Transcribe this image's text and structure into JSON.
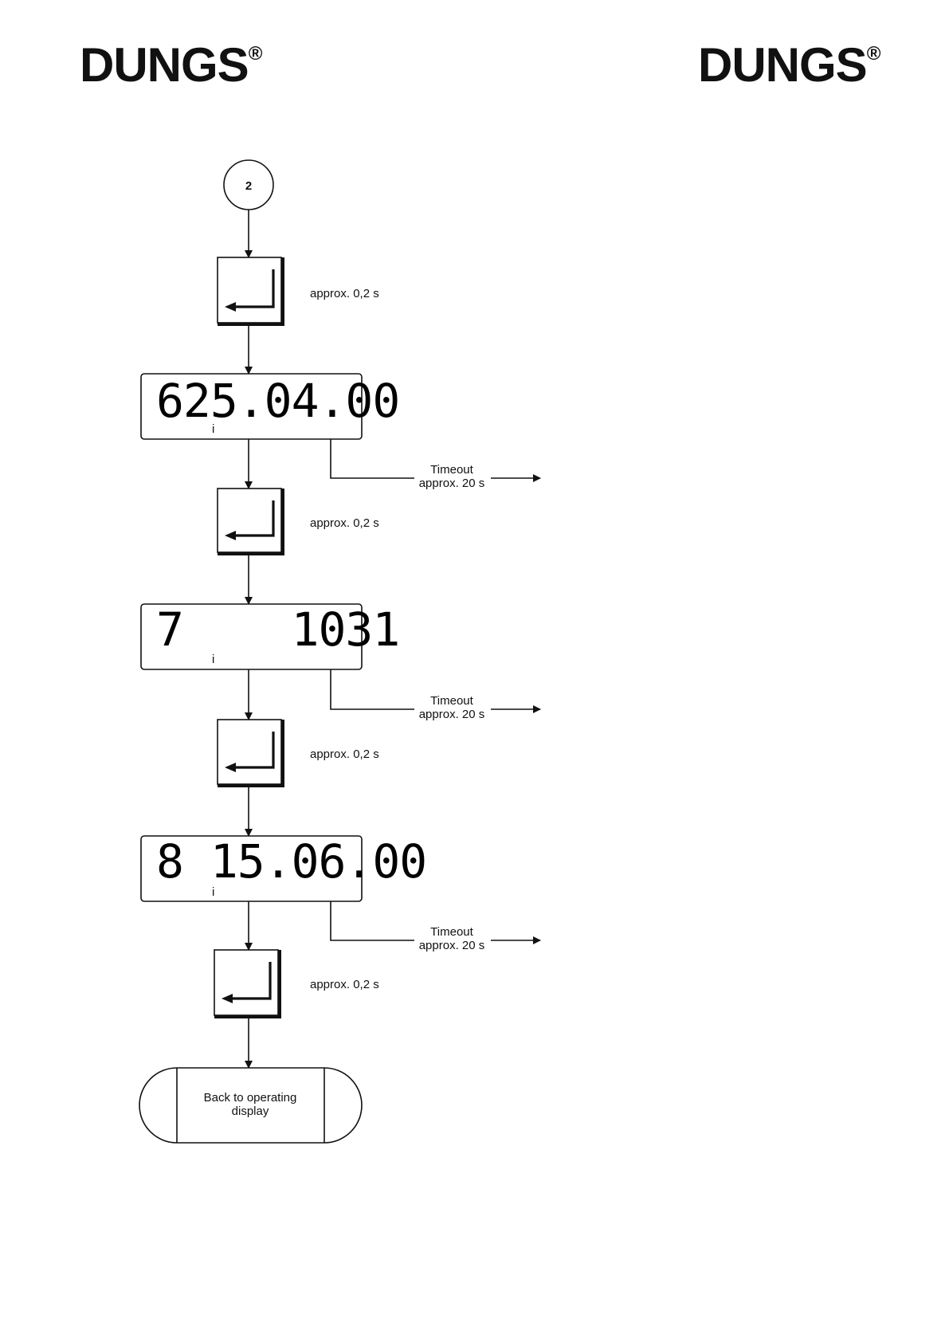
{
  "brand": {
    "name": "DUNGS",
    "mark": "®"
  },
  "connector": {
    "label": "2"
  },
  "steps": [
    {
      "key_label": "approx. 0,2 s"
    },
    {
      "display": "625.04.00",
      "indicator": "i",
      "timeout_line1": "Timeout",
      "timeout_line2": "approx. 20 s"
    },
    {
      "key_label": "approx. 0,2 s"
    },
    {
      "display": "7    1031",
      "indicator": "i",
      "timeout_line1": "Timeout",
      "timeout_line2": "approx. 20 s"
    },
    {
      "key_label": "approx. 0,2 s"
    },
    {
      "display": "8 15.06.00",
      "indicator": "i",
      "timeout_line1": "Timeout",
      "timeout_line2": "approx. 20 s"
    },
    {
      "key_label": "approx. 0,2 s"
    }
  ],
  "terminal": {
    "line1": "Back to operating",
    "line2": "display"
  },
  "icons": {
    "enter_key": "enter-key-icon",
    "arrow": "arrow-icon"
  },
  "colors": {
    "ink": "#111111",
    "background": "#ffffff"
  }
}
